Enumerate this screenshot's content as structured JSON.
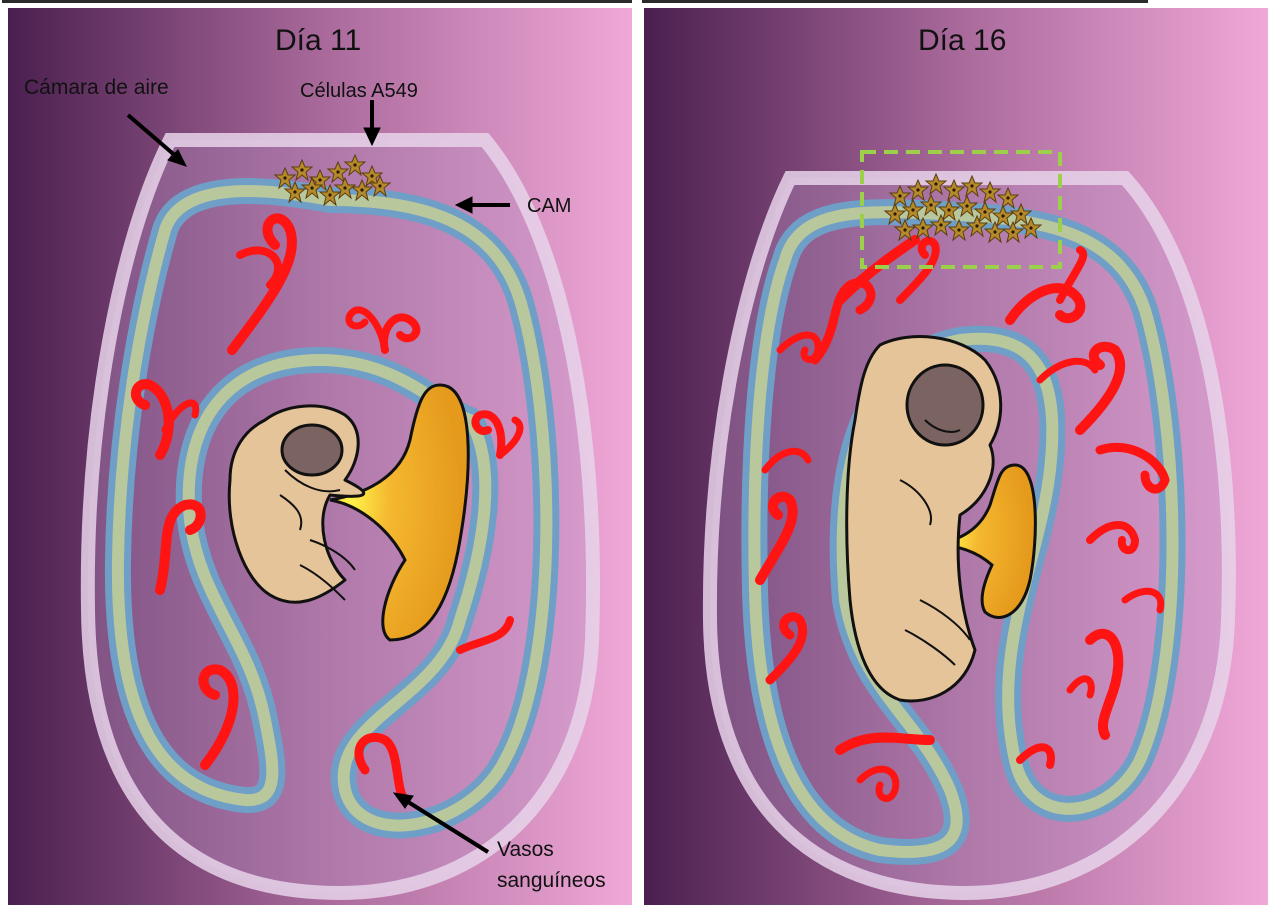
{
  "panels": [
    {
      "title": "Día 11"
    },
    {
      "title": "Día 16"
    }
  ],
  "annotations": {
    "air_chamber": "Cámara de aire",
    "cells": "Células A549",
    "cam": "CAM",
    "vessels_line1": "Vasos",
    "vessels_line2": "sanguíneos"
  },
  "colors": {
    "background_dark": "#4a1f4f",
    "background_light": "#f0a8d8",
    "shell": "#e8d4ea",
    "membrane_outer": "#6f9fc7",
    "membrane_inner": "#b9c79c",
    "vessel": "#ff1414",
    "embryo": "#e6c49a",
    "yolk": "#f0a020",
    "cells": "#b58a2a",
    "selection_box": "#9ccf4a"
  }
}
